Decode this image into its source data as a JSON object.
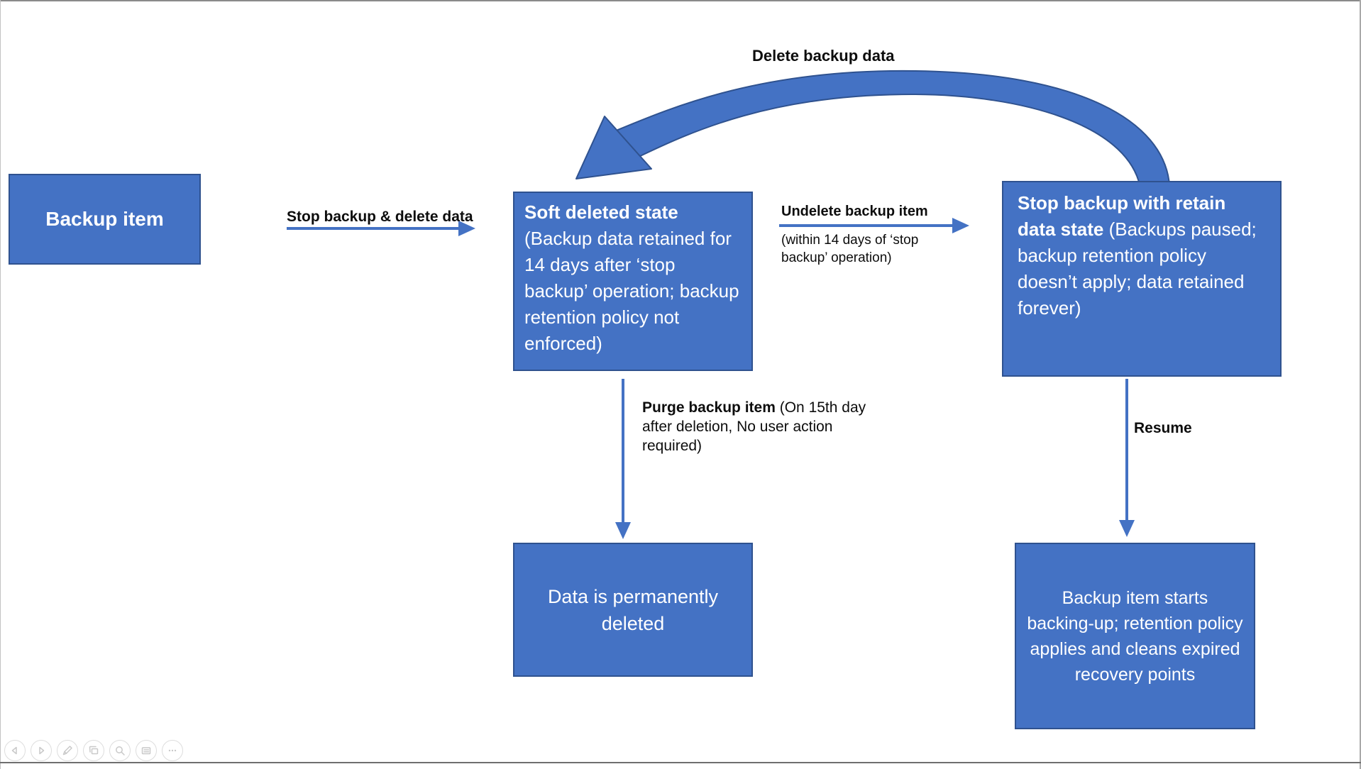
{
  "diagram": {
    "nodes": {
      "backup_item": {
        "label": "Backup item"
      },
      "soft_deleted": {
        "title": "Soft deleted state",
        "body": "(Backup data retained for 14 days after ‘stop backup’ operation; backup retention policy not enforced)"
      },
      "stop_retain": {
        "title": "Stop backup with retain data state",
        "body": "(Backups paused; backup retention policy doesn’t apply; data retained forever)"
      },
      "purged": {
        "label": "Data is permanently deleted"
      },
      "resumed": {
        "label": "Backup item starts backing-up; retention policy applies and cleans expired recovery points"
      }
    },
    "edges": {
      "stop_delete": {
        "label": "Stop backup & delete data"
      },
      "undelete": {
        "label": "Undelete backup item",
        "sublabel": "(within 14 days of ‘stop backup’ operation)"
      },
      "purge": {
        "label": "Purge backup item",
        "sublabel": "(On 15th day after deletion, No user action required)"
      },
      "resume": {
        "label": "Resume"
      },
      "delete_backup_data": {
        "label": "Delete backup data"
      }
    },
    "colors": {
      "node_fill": "#4472C4",
      "node_border": "#2F528F",
      "arrow": "#4472C4",
      "node_text": "#FFFFFF",
      "label_text": "#0D0D0D",
      "toolbar_gray": "#C9C9C9"
    }
  },
  "toolbar": {
    "icons": [
      {
        "name": "previous-arrow-icon"
      },
      {
        "name": "next-arrow-icon"
      },
      {
        "name": "pen-icon"
      },
      {
        "name": "slides-icon"
      },
      {
        "name": "zoom-icon"
      },
      {
        "name": "notes-icon"
      },
      {
        "name": "more-options-icon"
      }
    ]
  }
}
